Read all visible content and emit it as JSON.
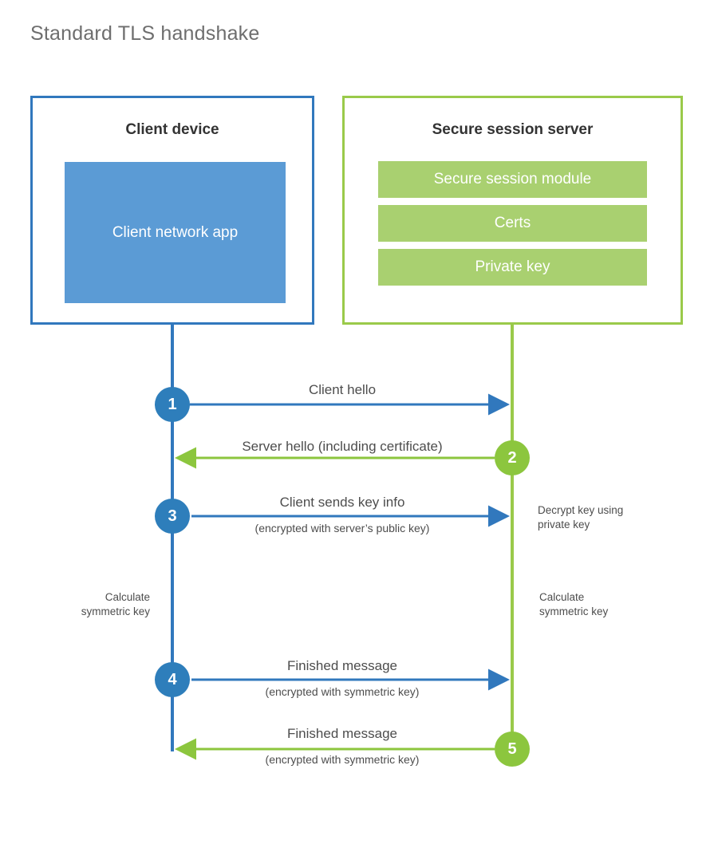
{
  "title": "Standard TLS handshake",
  "entities": {
    "client": {
      "title": "Client device",
      "app_label": "Client network app"
    },
    "server": {
      "title": "Secure session server",
      "modules": [
        "Secure session module",
        "Certs",
        "Private key"
      ]
    }
  },
  "steps": [
    {
      "number": "1",
      "direction": "client-to-server",
      "primary": "Client hello",
      "secondary": ""
    },
    {
      "number": "2",
      "direction": "server-to-client",
      "primary": "Server hello (including certificate)",
      "secondary": ""
    },
    {
      "number": "3",
      "direction": "client-to-server",
      "primary": "Client sends key info",
      "secondary": "(encrypted with server’s public key)"
    },
    {
      "number": "4",
      "direction": "client-to-server",
      "primary": "Finished message",
      "secondary": "(encrypted with symmetric key)"
    },
    {
      "number": "5",
      "direction": "server-to-client",
      "primary": "Finished message",
      "secondary": "(encrypted with symmetric key)"
    }
  ],
  "annotations": {
    "decrypt_key": "Decrypt key using\nprivate key",
    "client_calc": "Calculate\nsymmetric key",
    "server_calc": "Calculate\nsymmetric key"
  },
  "colors": {
    "client_blue": "#3178bd",
    "client_circle_blue": "#2e7ebb",
    "client_app_fill": "#5b9bd5",
    "server_green": "#9aca4a",
    "server_circle_green": "#8cc63e",
    "server_bar_fill": "#a9d070",
    "title_gray": "#6e6e6e",
    "text_gray": "#4d4d4d",
    "background": "#ffffff"
  }
}
